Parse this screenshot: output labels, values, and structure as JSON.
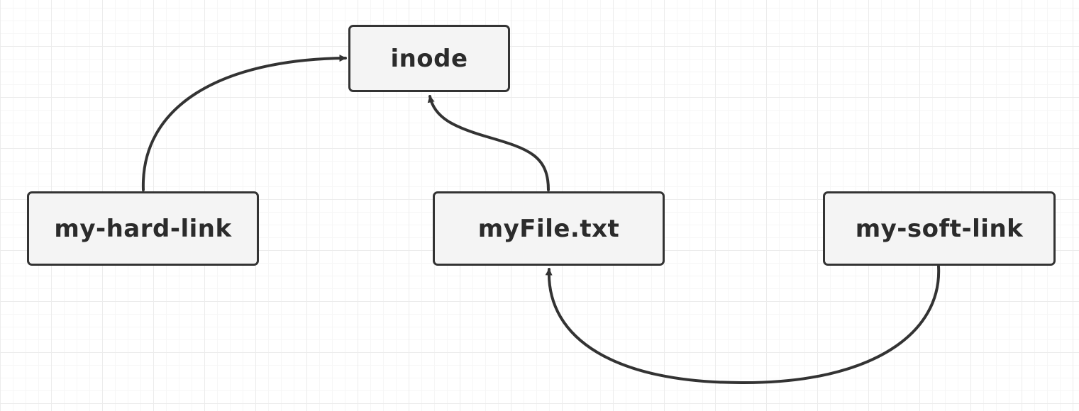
{
  "diagram": {
    "nodes": [
      {
        "id": "inode",
        "label": "inode"
      },
      {
        "id": "hard-link",
        "label": "my-hard-link"
      },
      {
        "id": "myfile",
        "label": "myFile.txt"
      },
      {
        "id": "soft-link",
        "label": "my-soft-link"
      }
    ],
    "edges": [
      {
        "from": "hard-link",
        "to": "inode"
      },
      {
        "from": "myfile",
        "to": "inode"
      },
      {
        "from": "soft-link",
        "to": "myfile"
      }
    ]
  },
  "colors": {
    "stroke": "#333333",
    "node_fill": "#f4f4f4",
    "text": "#2b2b2b",
    "grid_major": "#ececec",
    "grid_minor": "#f6f6f6"
  }
}
